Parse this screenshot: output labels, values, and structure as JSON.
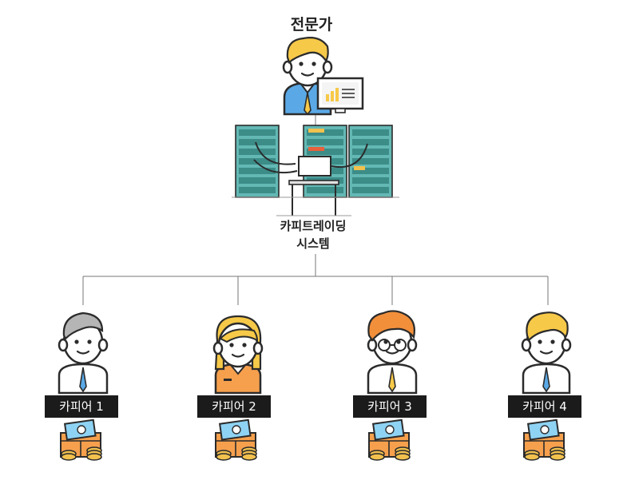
{
  "expert": {
    "label": "전문가"
  },
  "system": {
    "line1": "카피트레이딩",
    "line2": "시스템"
  },
  "copiers": [
    {
      "label": "카피어 1"
    },
    {
      "label": "카피어 2"
    },
    {
      "label": "카피어 3"
    },
    {
      "label": "카피어 4"
    }
  ],
  "colors": {
    "hair_blonde": "#f7c948",
    "hair_orange": "#f28f3b",
    "hair_gray": "#b5b5b5",
    "shirt_blue": "#5aa9e6",
    "shirt_orange": "#f6a04d",
    "server_teal": "#63b8b4",
    "label_bg": "#1b1b1b",
    "coin": "#f2c14e",
    "money": "#8fd3f4"
  }
}
